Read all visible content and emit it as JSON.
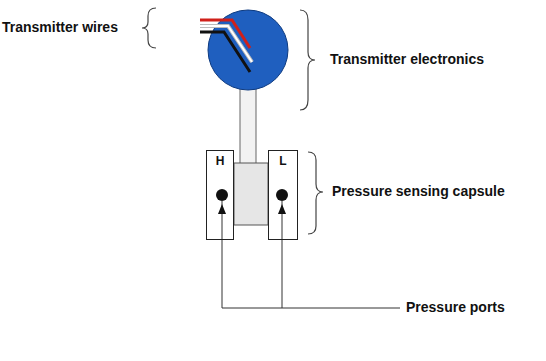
{
  "diagram": {
    "nodes": [
      {
        "text": [
          "H"
        ]
      },
      {
        "text": [
          "L"
        ]
      }
    ],
    "labels": [
      "Transmitter wires",
      "Transmitter electronics",
      "Pressure sensing capsule",
      "Pressure ports"
    ]
  }
}
